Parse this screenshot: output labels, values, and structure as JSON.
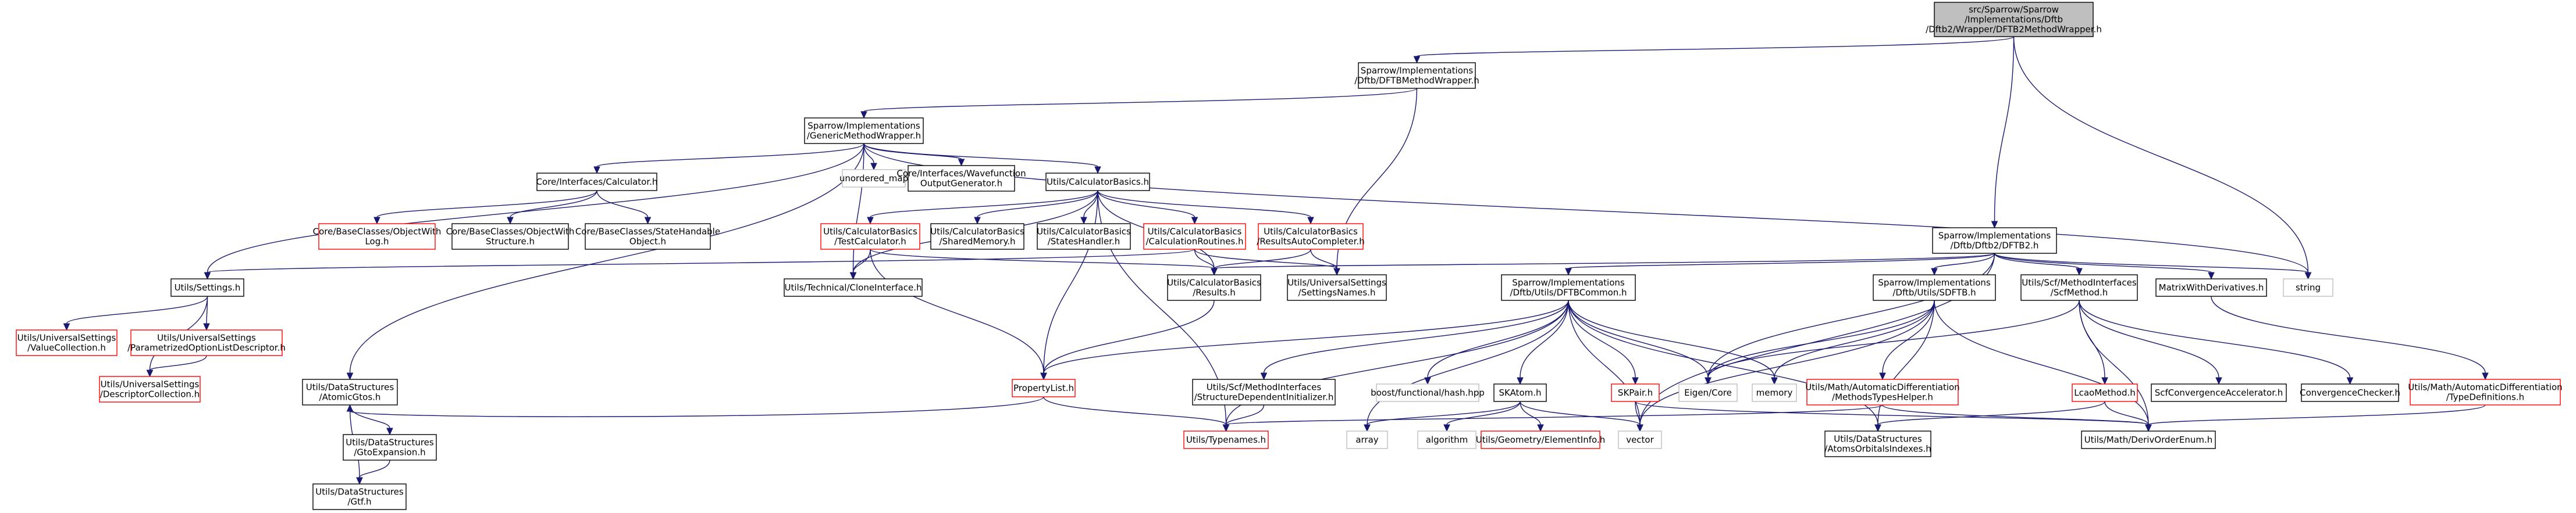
{
  "colors": {
    "edge": "#191970",
    "root_fill": "#bfbfbf",
    "default_border": "#000000",
    "missing_border": "#ff0000",
    "system_border": "#bfbfbf",
    "node_fill": "#ffffff"
  },
  "nodes": [
    {
      "id": "root",
      "kind": "root",
      "lines": [
        "src/Sparrow/Sparrow",
        "/Implementations/Dftb",
        "/Dftb2/Wrapper/DFTB2MethodWrapper.h"
      ]
    },
    {
      "id": "dftbMW",
      "kind": "normal",
      "lines": [
        "Sparrow/Implementations",
        "/Dftb/DFTBMethodWrapper.h"
      ]
    },
    {
      "id": "dftb2",
      "kind": "normal",
      "lines": [
        "Sparrow/Implementations",
        "/Dftb/Dftb2/DFTB2.h"
      ]
    },
    {
      "id": "genMW",
      "kind": "normal",
      "lines": [
        "Sparrow/Implementations",
        "/GenericMethodWrapper.h"
      ]
    },
    {
      "id": "unordmap",
      "kind": "system",
      "lines": [
        "unordered_map"
      ]
    },
    {
      "id": "wfout",
      "kind": "normal",
      "lines": [
        "Core/Interfaces/Wavefunction",
        "OutputGenerator.h"
      ]
    },
    {
      "id": "calc",
      "kind": "normal",
      "lines": [
        "Core/Interfaces/Calculator.h"
      ]
    },
    {
      "id": "calcBasics",
      "kind": "normal",
      "lines": [
        "Utils/CalculatorBasics.h"
      ]
    },
    {
      "id": "objLog",
      "kind": "missing",
      "lines": [
        "Core/BaseClasses/ObjectWith",
        "Log.h"
      ]
    },
    {
      "id": "objStruct",
      "kind": "normal",
      "lines": [
        "Core/BaseClasses/ObjectWith",
        "Structure.h"
      ]
    },
    {
      "id": "stateObj",
      "kind": "normal",
      "lines": [
        "Core/BaseClasses/StateHandable",
        "Object.h"
      ]
    },
    {
      "id": "testCalc",
      "kind": "missing",
      "lines": [
        "Utils/CalculatorBasics",
        "/TestCalculator.h"
      ]
    },
    {
      "id": "sharedMem",
      "kind": "normal",
      "lines": [
        "Utils/CalculatorBasics",
        "/SharedMemory.h"
      ]
    },
    {
      "id": "statesH",
      "kind": "normal",
      "lines": [
        "Utils/CalculatorBasics",
        "/StatesHandler.h"
      ]
    },
    {
      "id": "calcRout",
      "kind": "missing",
      "lines": [
        "Utils/CalculatorBasics",
        "/CalculationRoutines.h"
      ]
    },
    {
      "id": "resAuto",
      "kind": "missing",
      "lines": [
        "Utils/CalculatorBasics",
        "/ResultsAutoCompleter.h"
      ]
    },
    {
      "id": "settings",
      "kind": "normal",
      "lines": [
        "Utils/Settings.h"
      ]
    },
    {
      "id": "clone",
      "kind": "normal",
      "lines": [
        "Utils/Technical/CloneInterface.h"
      ]
    },
    {
      "id": "results",
      "kind": "normal",
      "lines": [
        "Utils/CalculatorBasics",
        "/Results.h"
      ]
    },
    {
      "id": "setNames",
      "kind": "normal",
      "lines": [
        "Utils/UniversalSettings",
        "/SettingsNames.h"
      ]
    },
    {
      "id": "valColl",
      "kind": "missing",
      "lines": [
        "Utils/UniversalSettings",
        "/ValueCollection.h"
      ]
    },
    {
      "id": "paramOpt",
      "kind": "missing",
      "lines": [
        "Utils/UniversalSettings",
        "/ParametrizedOptionListDescriptor.h"
      ]
    },
    {
      "id": "descColl",
      "kind": "missing",
      "lines": [
        "Utils/UniversalSettings",
        "/DescriptorCollection.h"
      ]
    },
    {
      "id": "propList",
      "kind": "missing",
      "lines": [
        "PropertyList.h"
      ]
    },
    {
      "id": "atomicGtos",
      "kind": "normal",
      "lines": [
        "Utils/DataStructures",
        "/AtomicGtos.h"
      ]
    },
    {
      "id": "gtoExp",
      "kind": "normal",
      "lines": [
        "Utils/DataStructures",
        "/GtoExpansion.h"
      ]
    },
    {
      "id": "gtf",
      "kind": "normal",
      "lines": [
        "Utils/DataStructures",
        "/Gtf.h"
      ]
    },
    {
      "id": "typenames",
      "kind": "missing",
      "lines": [
        "Utils/Typenames.h"
      ]
    },
    {
      "id": "dftbCommon",
      "kind": "normal",
      "lines": [
        "Sparrow/Implementations",
        "/Dftb/Utils/DFTBCommon.h"
      ]
    },
    {
      "id": "sdftb",
      "kind": "normal",
      "lines": [
        "Sparrow/Implementations",
        "/Dftb/Utils/SDFTB.h"
      ]
    },
    {
      "id": "scfMethod",
      "kind": "normal",
      "lines": [
        "Utils/Scf/MethodInterfaces",
        "/ScfMethod.h"
      ]
    },
    {
      "id": "matDeriv",
      "kind": "normal",
      "lines": [
        "MatrixWithDerivatives.h"
      ]
    },
    {
      "id": "string",
      "kind": "system",
      "lines": [
        "string"
      ]
    },
    {
      "id": "structInit",
      "kind": "normal",
      "lines": [
        "Utils/Scf/MethodInterfaces",
        "/StructureDependentInitializer.h"
      ]
    },
    {
      "id": "boostHash",
      "kind": "system",
      "lines": [
        "boost/functional/hash.hpp"
      ]
    },
    {
      "id": "skatom",
      "kind": "normal",
      "lines": [
        "SKAtom.h"
      ]
    },
    {
      "id": "skpair",
      "kind": "missing",
      "lines": [
        "SKPair.h"
      ]
    },
    {
      "id": "eigen",
      "kind": "system",
      "lines": [
        "Eigen/Core"
      ]
    },
    {
      "id": "memory",
      "kind": "system",
      "lines": [
        "memory"
      ]
    },
    {
      "id": "autodiffHelper",
      "kind": "missing",
      "lines": [
        "Utils/Math/AutomaticDifferentiation",
        "/MethodsTypesHelper.h"
      ]
    },
    {
      "id": "lcao",
      "kind": "missing",
      "lines": [
        "LcaoMethod.h"
      ]
    },
    {
      "id": "scfAccel",
      "kind": "normal",
      "lines": [
        "ScfConvergenceAccelerator.h"
      ]
    },
    {
      "id": "convCheck",
      "kind": "normal",
      "lines": [
        "ConvergenceChecker.h"
      ]
    },
    {
      "id": "typeDefs",
      "kind": "missing",
      "lines": [
        "Utils/Math/AutomaticDifferentiation",
        "/TypeDefinitions.h"
      ]
    },
    {
      "id": "array",
      "kind": "system",
      "lines": [
        "array"
      ]
    },
    {
      "id": "algorithm",
      "kind": "system",
      "lines": [
        "algorithm"
      ]
    },
    {
      "id": "elemInfo",
      "kind": "missing",
      "lines": [
        "Utils/Geometry/ElementInfo.h"
      ]
    },
    {
      "id": "vector",
      "kind": "system",
      "lines": [
        "vector"
      ]
    },
    {
      "id": "atomsOrb",
      "kind": "normal",
      "lines": [
        "Utils/DataStructures",
        "/AtomsOrbitalsIndexes.h"
      ]
    },
    {
      "id": "derivEnum",
      "kind": "normal",
      "lines": [
        "Utils/Math/DerivOrderEnum.h"
      ]
    }
  ],
  "edges": [
    [
      "root",
      "dftbMW"
    ],
    [
      "root",
      "dftb2"
    ],
    [
      "root",
      "string"
    ],
    [
      "dftbMW",
      "genMW"
    ],
    [
      "dftbMW",
      "setNames"
    ],
    [
      "genMW",
      "settings"
    ],
    [
      "genMW",
      "atomicGtos"
    ],
    [
      "genMW",
      "clone"
    ],
    [
      "genMW",
      "unordmap"
    ],
    [
      "genMW",
      "wfout"
    ],
    [
      "genMW",
      "calc"
    ],
    [
      "genMW",
      "calcBasics"
    ],
    [
      "genMW",
      "string"
    ],
    [
      "calc",
      "objLog"
    ],
    [
      "calc",
      "objStruct"
    ],
    [
      "calc",
      "stateObj"
    ],
    [
      "calcBasics",
      "testCalc"
    ],
    [
      "calcBasics",
      "sharedMem"
    ],
    [
      "calcBasics",
      "statesH"
    ],
    [
      "calcBasics",
      "calcRout"
    ],
    [
      "calcBasics",
      "resAuto"
    ],
    [
      "calcBasics",
      "propList"
    ],
    [
      "calcBasics",
      "results"
    ],
    [
      "calcBasics",
      "clone"
    ],
    [
      "calcBasics",
      "typenames"
    ],
    [
      "testCalc",
      "clone"
    ],
    [
      "testCalc",
      "results"
    ],
    [
      "testCalc",
      "propList"
    ],
    [
      "calcRout",
      "results"
    ],
    [
      "calcRout",
      "setNames"
    ],
    [
      "calcRout",
      "settings"
    ],
    [
      "resAuto",
      "results"
    ],
    [
      "resAuto",
      "setNames"
    ],
    [
      "results",
      "propList"
    ],
    [
      "settings",
      "valColl"
    ],
    [
      "settings",
      "paramOpt"
    ],
    [
      "settings",
      "descColl"
    ],
    [
      "paramOpt",
      "descColl"
    ],
    [
      "propList",
      "typenames"
    ],
    [
      "propList",
      "atomicGtos"
    ],
    [
      "atomicGtos",
      "gtoExp"
    ],
    [
      "atomicGtos",
      "gtf"
    ],
    [
      "gtoExp",
      "gtf"
    ],
    [
      "dftb2",
      "dftbCommon"
    ],
    [
      "dftb2",
      "sdftb"
    ],
    [
      "dftb2",
      "scfMethod"
    ],
    [
      "dftb2",
      "matDeriv"
    ],
    [
      "dftb2",
      "string"
    ],
    [
      "dftb2",
      "results"
    ],
    [
      "dftb2",
      "eigen"
    ],
    [
      "dftb2",
      "vector"
    ],
    [
      "dftbCommon",
      "propList"
    ],
    [
      "dftbCommon",
      "structInit"
    ],
    [
      "dftbCommon",
      "boostHash"
    ],
    [
      "dftbCommon",
      "skatom"
    ],
    [
      "dftbCommon",
      "skpair"
    ],
    [
      "dftbCommon",
      "eigen"
    ],
    [
      "dftbCommon",
      "memory"
    ],
    [
      "dftbCommon",
      "array"
    ],
    [
      "dftbCommon",
      "vector"
    ],
    [
      "dftbCommon",
      "typenames"
    ],
    [
      "dftbCommon",
      "atomsOrb"
    ],
    [
      "structInit",
      "typenames"
    ],
    [
      "skatom",
      "array"
    ],
    [
      "skatom",
      "algorithm"
    ],
    [
      "skatom",
      "elemInfo"
    ],
    [
      "skatom",
      "vector"
    ],
    [
      "skpair",
      "vector"
    ],
    [
      "skpair",
      "derivEnum"
    ],
    [
      "sdftb",
      "eigen"
    ],
    [
      "sdftb",
      "memory"
    ],
    [
      "sdftb",
      "autodiffHelper"
    ],
    [
      "sdftb",
      "vector"
    ],
    [
      "sdftb",
      "atomsOrb"
    ],
    [
      "sdftb",
      "derivEnum"
    ],
    [
      "autodiffHelper",
      "typenames"
    ],
    [
      "autodiffHelper",
      "derivEnum"
    ],
    [
      "scfMethod",
      "lcao"
    ],
    [
      "scfMethod",
      "scfAccel"
    ],
    [
      "scfMethod",
      "convCheck"
    ],
    [
      "scfMethod",
      "derivEnum"
    ],
    [
      "scfMethod",
      "eigen"
    ],
    [
      "lcao",
      "atomsOrb"
    ],
    [
      "lcao",
      "derivEnum"
    ],
    [
      "matDeriv",
      "typeDefs"
    ],
    [
      "typeDefs",
      "derivEnum"
    ]
  ]
}
